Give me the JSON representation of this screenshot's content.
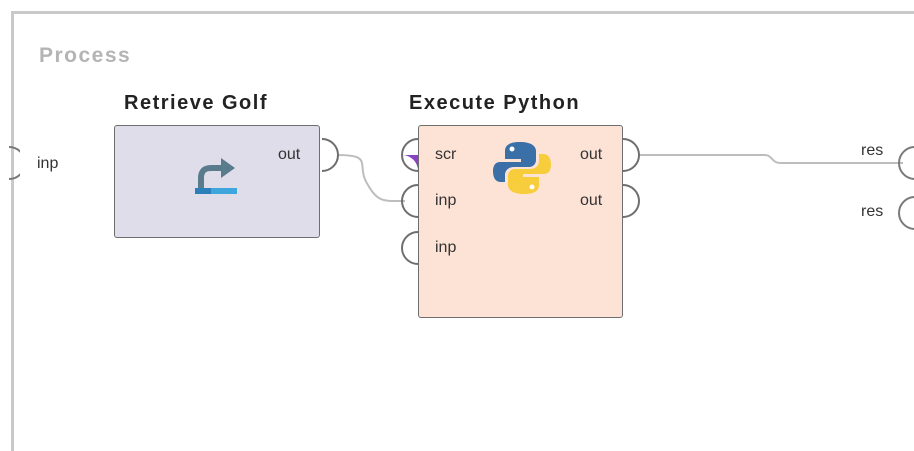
{
  "process": {
    "title": "Process"
  },
  "process_ports": {
    "input": "inp",
    "outputs": [
      "res",
      "res"
    ]
  },
  "operators": {
    "retrieve": {
      "title": "Retrieve Golf",
      "icon": "retrieve-arrow-icon",
      "color": "#e0ddea",
      "ports_out": [
        "out"
      ]
    },
    "python": {
      "title": "Execute Python",
      "icon": "python-logo-icon",
      "color": "#fde3d6",
      "ports_in": [
        "scr",
        "inp",
        "inp"
      ],
      "ports_out": [
        "out",
        "out"
      ]
    }
  },
  "colors": {
    "frame": "#c9c9c9",
    "wire": "#bdbdbd",
    "script_port": "#8a44c0",
    "port_stroke": "#6e6e6e"
  }
}
